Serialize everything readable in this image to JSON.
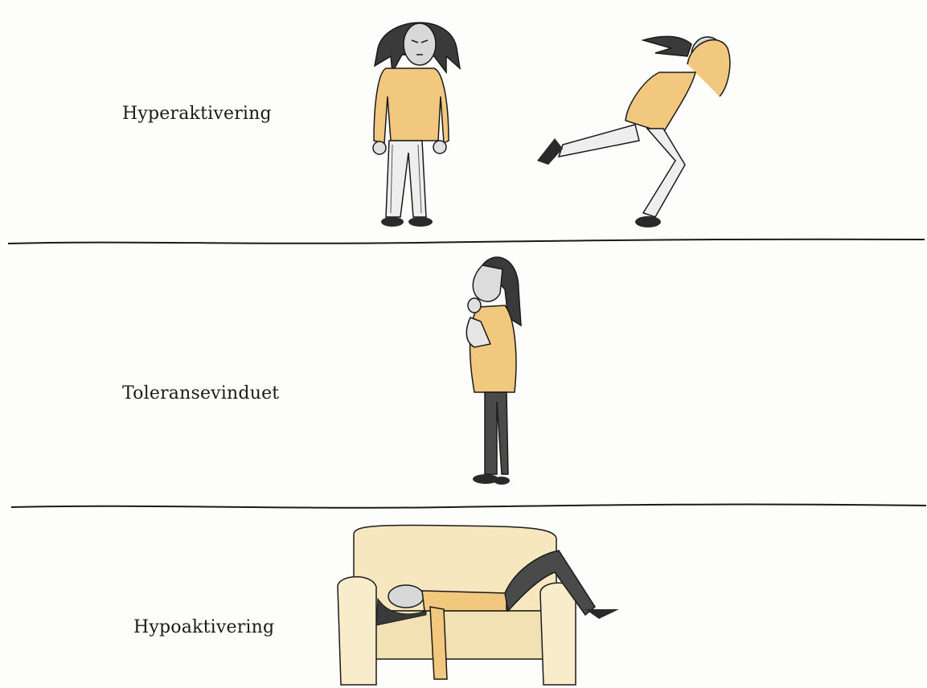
{
  "zones": [
    {
      "label": "Hyperaktivering"
    },
    {
      "label": "Toleransevinduet"
    },
    {
      "label": "Hypoaktivering"
    }
  ],
  "colors": {
    "paper": "#fdfdfb",
    "ink": "#1a1a1a",
    "sweater": "#f2c87e",
    "sofa": "#f6e7bf"
  }
}
